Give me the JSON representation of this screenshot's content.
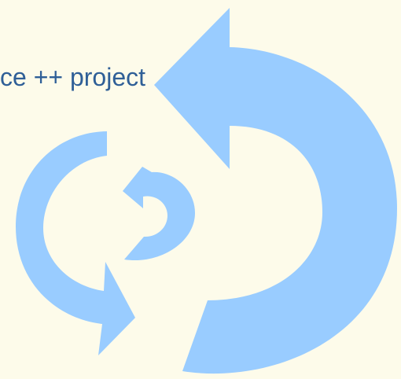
{
  "caption": {
    "text": "ce ++ project"
  },
  "colors": {
    "background": "#fdfbea",
    "caption_text": "#2f5f97",
    "arrow_fill": "#99ccff"
  },
  "graphics": {
    "large_arrow": "large-circular-arrow",
    "medium_arrow": "medium-circular-arrow",
    "small_arrow": "small-circular-arrow"
  }
}
